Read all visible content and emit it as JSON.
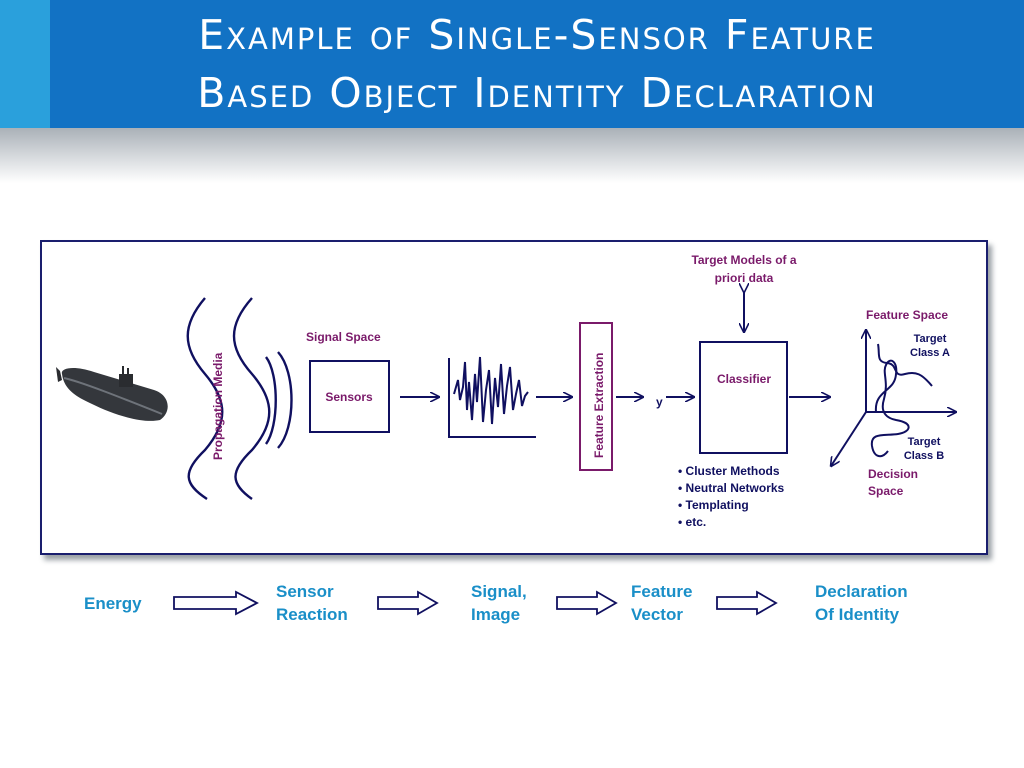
{
  "header": {
    "title_line1": "Example of Single-Sensor Feature",
    "title_line2": "Based Object Identity Declaration"
  },
  "diagram": {
    "target_models_line1": "Target Models of a",
    "target_models_line2": "priori data",
    "propagation_media": "Propagation Media",
    "signal_space": "Signal Space",
    "sensors": "Sensors",
    "feature_extraction": "Feature Extraction",
    "y_label": "y",
    "classifier": "Classifier",
    "methods": [
      "• Cluster Methods",
      "• Neutral Networks",
      "• Templating",
      "• etc."
    ],
    "feature_space": "Feature Space",
    "target_a_line1": "Target",
    "target_a_line2": "Class A",
    "target_b_line1": "Target",
    "target_b_line2": "Class B",
    "decision_line1": "Decision",
    "decision_line2": "Space"
  },
  "flow": {
    "energy": "Energy",
    "sensor_reaction_line1": "Sensor",
    "sensor_reaction_line2": "Reaction",
    "signal_image_line1": "Signal,",
    "signal_image_line2": "Image",
    "feature_vector_line1": "Feature",
    "feature_vector_line2": "Vector",
    "declaration_line1": "Declaration",
    "declaration_line2": "Of Identity"
  },
  "colors": {
    "header_blue": "#1272c4",
    "header_accent": "#2aa0dc",
    "label_purple": "#7a1a6a",
    "line_navy": "#101060",
    "flow_cyan": "#1a8fc8"
  }
}
